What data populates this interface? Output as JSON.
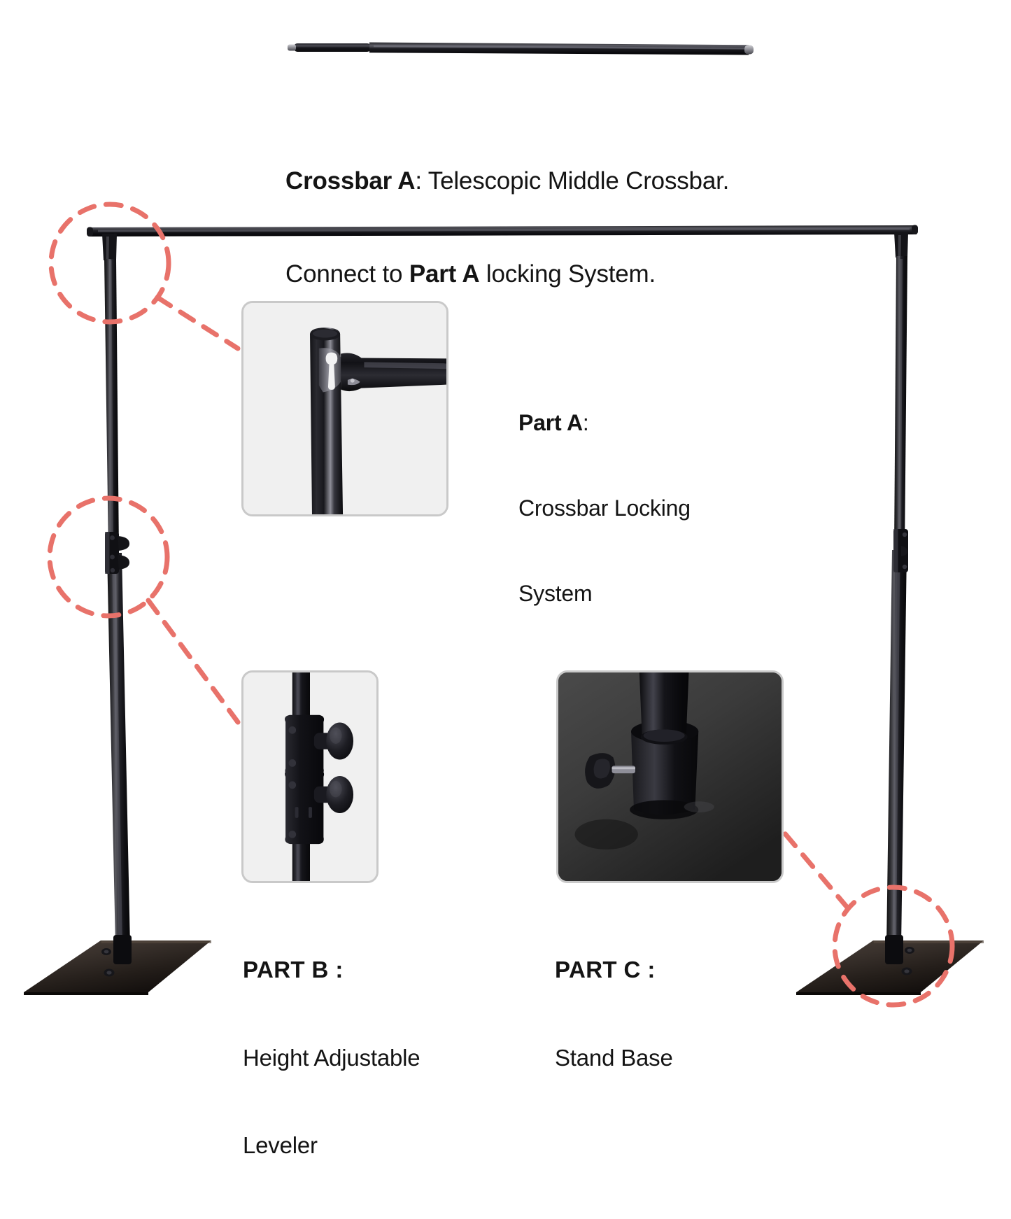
{
  "page": {
    "background_color": "#ffffff",
    "subject": "Telescopic backdrop stand assembly diagram"
  },
  "callout_color": "#e8726a",
  "frame_color": "#c9c9c9",
  "hardware_color": "#0d0d0d",
  "captions": {
    "crossbar": {
      "line1_bold": "Crossbar A",
      "line1_rest": ": Telescopic Middle Crossbar.",
      "line2_pre": "Connect to ",
      "line2_bold": "Part A",
      "line2_post": " locking System."
    },
    "part_a": {
      "title": "Part A",
      "title_colon": ":",
      "desc_line1": "Crossbar Locking",
      "desc_line2": "System"
    },
    "part_b": {
      "title": "PART B :",
      "desc_line1": "Height Adjustable",
      "desc_line2": "Leveler"
    },
    "part_c": {
      "title": "PART C :",
      "desc_line1": "Stand Base"
    }
  },
  "insets": {
    "part_a": {
      "label": "Crossbar locking system close-up",
      "background": "#f1f1f1"
    },
    "part_b": {
      "label": "Height adjustable leveler knobs close-up",
      "background": "#f1f1f1"
    },
    "part_c": {
      "label": "Stand base socket and thumb screw close-up",
      "background": "#3c3c3c"
    }
  },
  "product": {
    "loose_crossbar_label": "Telescopic middle crossbar part",
    "stand_label": "Assembled backdrop stand",
    "left_upright_label": "Left upright pole",
    "right_upright_label": "Right upright pole",
    "top_crossbar_label": "Top crossbar",
    "left_base_label": "Left stand base plate",
    "right_base_label": "Right stand base plate",
    "left_leveler_label": "Left height adjustable leveler",
    "right_leveler_label": "Right height adjustable leveler"
  },
  "callouts": [
    {
      "name": "part-a-callout",
      "target": "top-left crossbar joint"
    },
    {
      "name": "part-b-callout",
      "target": "left pole leveler clamp"
    },
    {
      "name": "part-c-callout",
      "target": "right stand base"
    }
  ]
}
